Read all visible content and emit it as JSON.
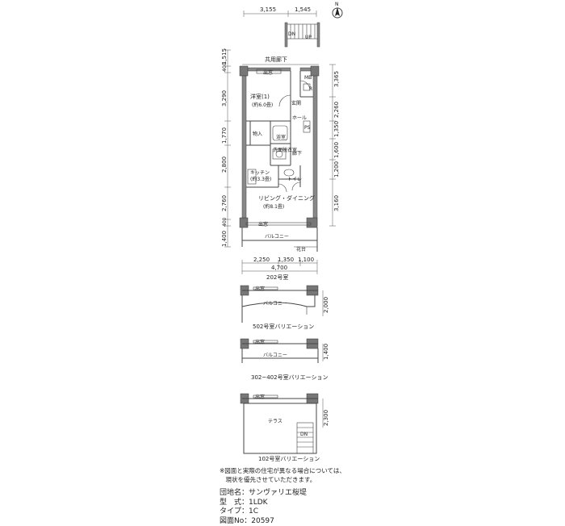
{
  "north": {
    "label": "N"
  },
  "top_dims": {
    "left": "3,155",
    "right": "1,545"
  },
  "stairs": {
    "dn": "DN",
    "up": "UP"
  },
  "corridor": "共用廊下",
  "left_dims": [
    "1,515",
    "400",
    "3,290",
    "1,770",
    "2,800",
    "2,760",
    "400",
    "1,400"
  ],
  "right_dims": [
    "3,365",
    "2,260",
    "1,350",
    "1,600",
    "1,200",
    "3,160"
  ],
  "rooms": {
    "western": "洋室(1)",
    "western_size": "(約6.0畳)",
    "entrance": "玄関",
    "hall": "ホール",
    "storage": "物入",
    "bath": "浴室",
    "washroom": "洗面脱衣室",
    "hallway": "廊下",
    "kitchen": "キッチン",
    "kitchen_size": "(約3.3畳)",
    "toilet": "トイレ",
    "living": "リビング・ダイニング",
    "living_size": "(約8.1畳)",
    "balcony": "バルコニー",
    "planter": "花台",
    "window": "出窓",
    "mb": "MB",
    "ps": "PS",
    "r": "R"
  },
  "bottom_dims": {
    "a": "2,250",
    "b": "1,350",
    "c": "1,100",
    "total": "4,700"
  },
  "main_caption": "202号室",
  "variations": [
    {
      "caption": "502号室バリエーション",
      "balcony": "バルコニー",
      "window": "出窓",
      "dim": "2,000"
    },
    {
      "caption": "302~402号室バリエーション",
      "balcony": "バルコニー",
      "window": "出窓",
      "dim": "1,400"
    },
    {
      "caption": "102号室バリエーション",
      "terrace": "テラス",
      "window": "出窓",
      "dim": "2,300",
      "dn": "DN"
    }
  ],
  "note": {
    "line1": "※図面と実際の住宅が異なる場合については、",
    "line2": "　現状を優先させていただきます。"
  },
  "info": [
    {
      "label": "団地名：",
      "value": "サンヴァリエ桜堤"
    },
    {
      "label": "型　式：",
      "value": "1LDK"
    },
    {
      "label": "タイプ：",
      "value": "1C"
    },
    {
      "label": "図面No：",
      "value": "20597"
    }
  ]
}
